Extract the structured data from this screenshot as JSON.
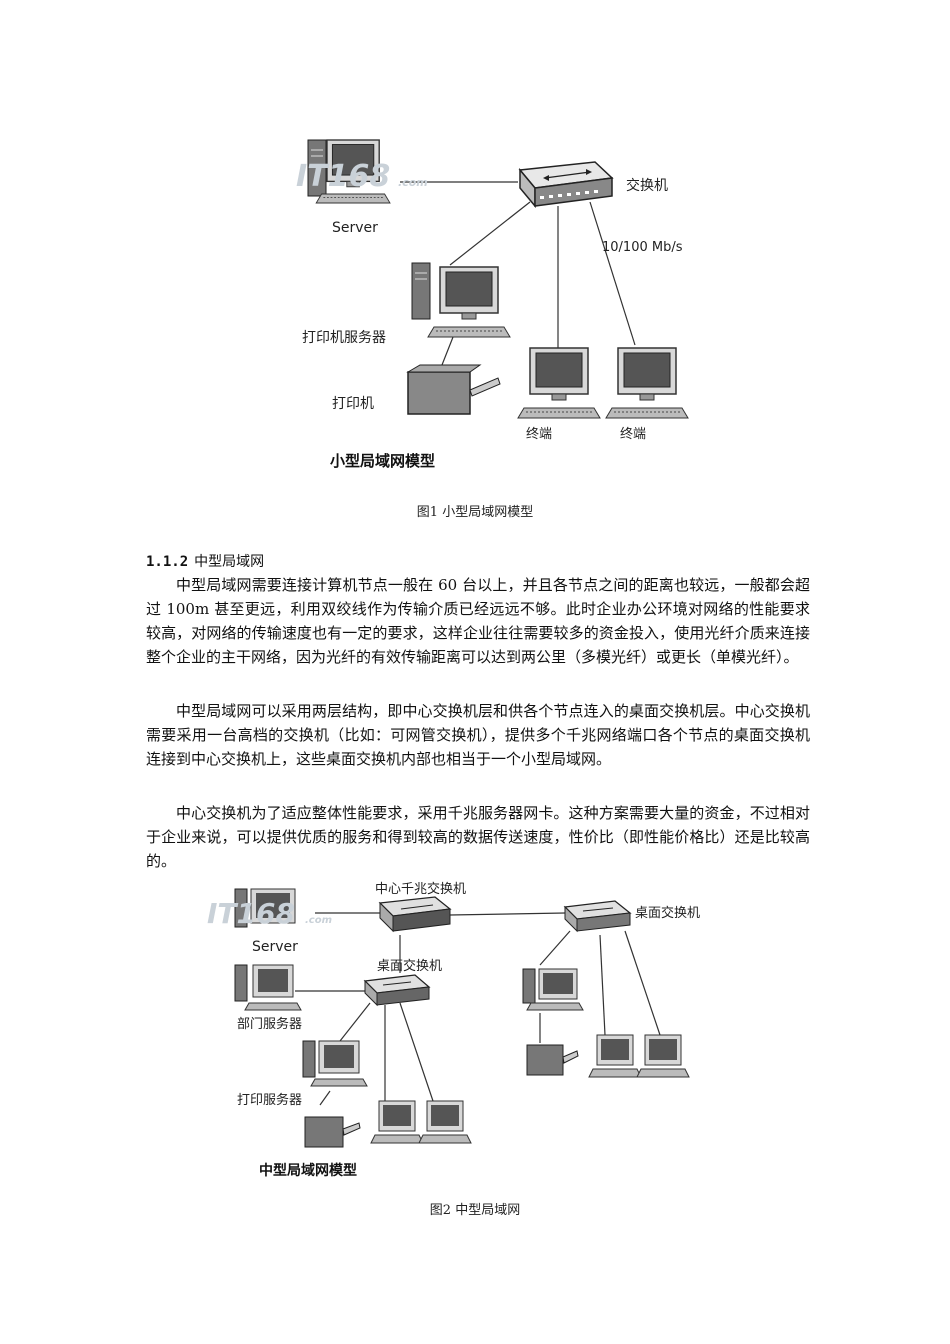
{
  "figure1": {
    "watermark": "IT168",
    "watermark_sub": ".com",
    "labels": {
      "switch": "交换机",
      "server": "Server",
      "speed": "10/100 Mb/s",
      "print_server": "打印机服务器",
      "printer": "打印机",
      "terminal1": "终端",
      "terminal2": "终端",
      "inner_title": "小型局域网模型"
    },
    "caption": "图1 小型局域网模型"
  },
  "section": {
    "number": "1.1.2",
    "title": "中型局域网"
  },
  "paragraphs": [
    "中型局域网需要连接计算机节点一般在 60 台以上，并且各节点之间的距离也较远，一般都会超过 100m 甚至更远，利用双绞线作为传输介质已经远远不够。此时企业办公环境对网络的性能要求较高，对网络的传输速度也有一定的要求，这样企业往往需要较多的资金投入，使用光纤介质来连接整个企业的主干网络，因为光纤的有效传输距离可以达到两公里（多模光纤）或更长（单模光纤）。",
    "中型局域网可以采用两层结构，即中心交换机层和供各个节点连入的桌面交换机层。中心交换机需要采用一台高档的交换机（比如：可网管交换机），提供多个千兆网络端口各个节点的桌面交换机连接到中心交换机上，这些桌面交换机内部也相当于一个小型局域网。",
    "中心交换机为了适应整体性能要求，采用千兆服务器网卡。这种方案需要大量的资金，不过相对于企业来说，可以提供优质的服务和得到较高的数据传送速度，性价比（即性能价格比）还是比较高的。"
  ],
  "figure2": {
    "watermark": "IT168",
    "watermark_sub": ".com",
    "labels": {
      "core_switch": "中心千兆交换机",
      "desk_switch_right": "桌面交换机",
      "server": "Server",
      "desk_switch_mid": "桌面交换机",
      "dept_server": "部门服务器",
      "print_server": "打印服务器",
      "inner_title": "中型局域网模型"
    },
    "caption": "图2 中型局域网"
  }
}
